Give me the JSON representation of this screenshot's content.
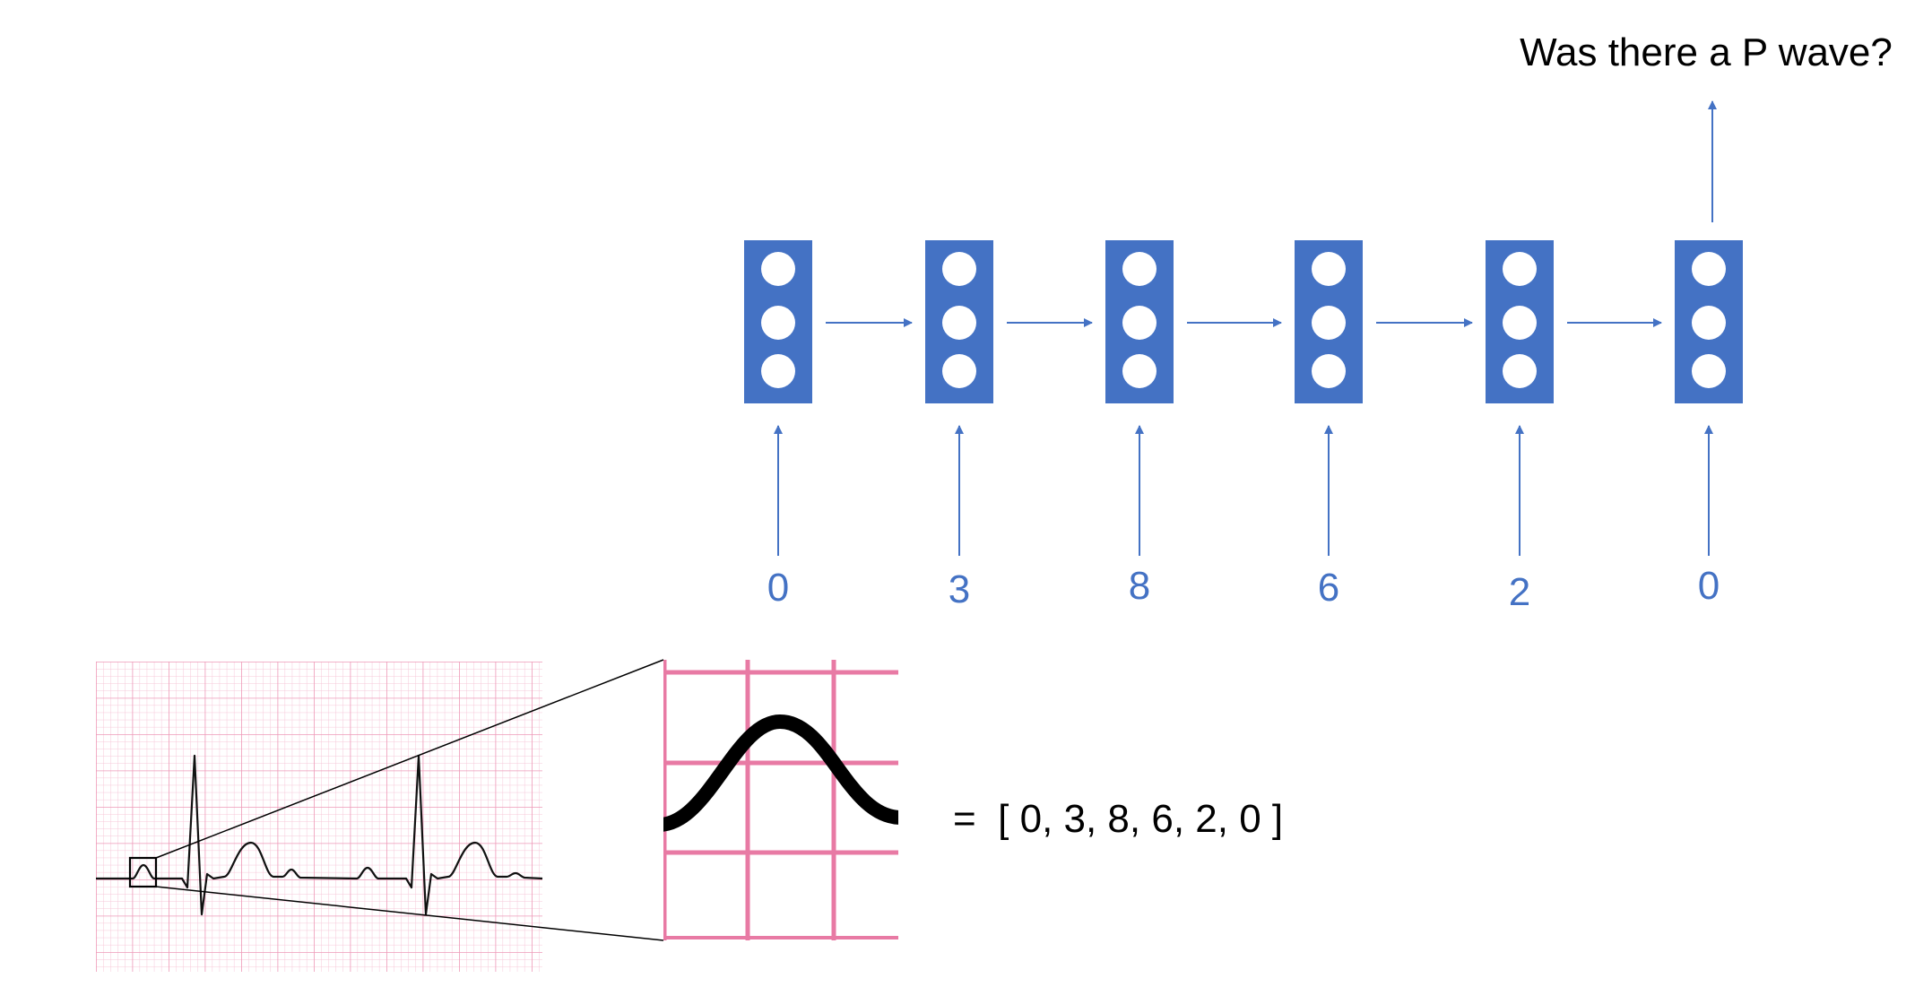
{
  "output_question": "Was there a P wave?",
  "rnn": {
    "inputs": [
      "0",
      "3",
      "8",
      "6",
      "2",
      "0"
    ],
    "cell_count": 6,
    "units_per_cell": 3
  },
  "ecg": {
    "vector_text": "=  [ 0, 3, 8, 6, 2, 0 ]"
  },
  "colors": {
    "node_blue": "#4472c4",
    "grid_pink": "#e87aa4",
    "grid_pink_light": "#f6c6d8",
    "text": "#000000"
  }
}
